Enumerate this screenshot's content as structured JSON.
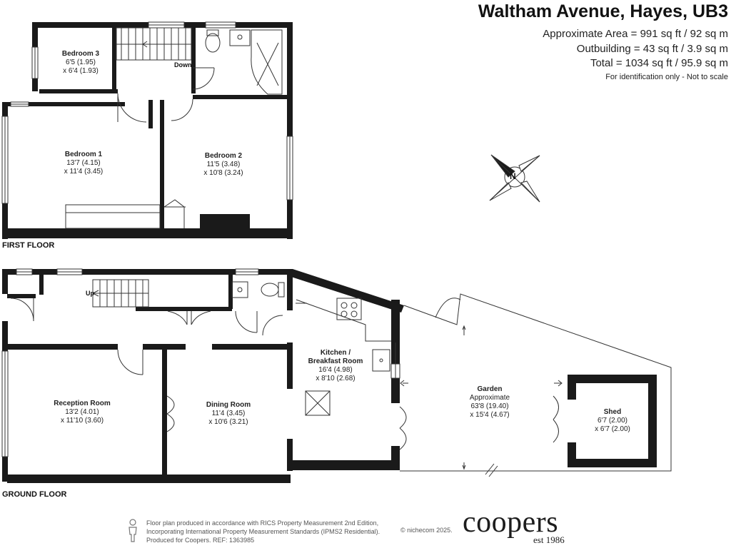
{
  "header": {
    "title": "Waltham Avenue, Hayes, UB3",
    "approx_area": "Approximate Area = 991 sq ft / 92 sq m",
    "outbuilding": "Outbuilding = 43 sq ft / 3.9 sq m",
    "total": "Total = 1034 sq ft / 95.9 sq m",
    "identification": "For identification only - Not to scale"
  },
  "floors": {
    "first": "FIRST FLOOR",
    "ground": "GROUND FLOOR"
  },
  "rooms": {
    "bedroom3": {
      "name": "Bedroom 3",
      "dim1": "6'5 (1.95)",
      "dim2": "x 6'4 (1.93)"
    },
    "bedroom1": {
      "name": "Bedroom 1",
      "dim1": "13'7 (4.15)",
      "dim2": "x 11'4 (3.45)"
    },
    "bedroom2": {
      "name": "Bedroom 2",
      "dim1": "11'5 (3.48)",
      "dim2": "x 10'8 (3.24)"
    },
    "reception": {
      "name": "Reception Room",
      "dim1": "13'2 (4.01)",
      "dim2": "x 11'10 (3.60)"
    },
    "dining": {
      "name": "Dining Room",
      "dim1": "11'4 (3.45)",
      "dim2": "x 10'6 (3.21)"
    },
    "kitchen": {
      "name1": "Kitchen /",
      "name2": "Breakfast Room",
      "dim1": "16'4 (4.98)",
      "dim2": "x 8'10 (2.68)"
    },
    "garden": {
      "name": "Garden",
      "sub": "Approximate",
      "dim1": "63'8 (19.40)",
      "dim2": "x 15'4 (4.67)"
    },
    "shed": {
      "name": "Shed",
      "dim1": "6'7 (2.00)",
      "dim2": "x 6'7 (2.00)"
    }
  },
  "labels": {
    "down": "Down",
    "up": "Up",
    "compass": "N"
  },
  "footer": {
    "line1": "Floor plan produced in accordance with RICS Property Measurement 2nd Edition,",
    "line2": "Incorporating International Property Measurement Standards (IPMS2 Residential).",
    "line3": "Produced for Coopers.   REF:  1363985",
    "copyright": "© nichecom 2025.",
    "brand": "coopers",
    "brand_sub": "est 1986"
  },
  "colors": {
    "wall": "#1a1a1a",
    "line": "#333333",
    "text": "#222222"
  }
}
